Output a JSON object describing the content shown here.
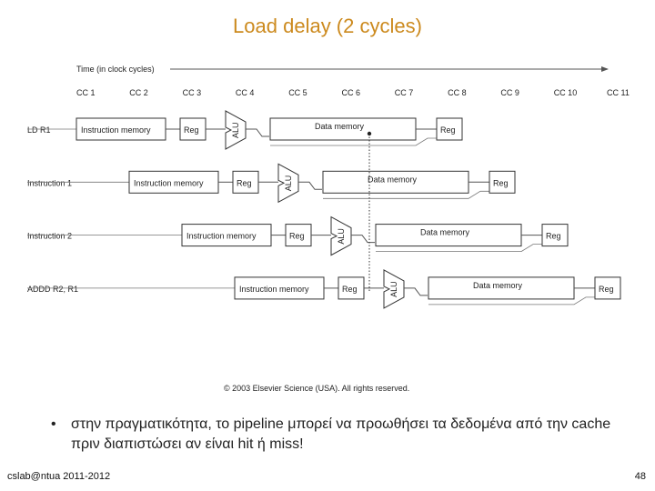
{
  "title": "Load delay (2 cycles)",
  "diagram": {
    "time_label": "Time (in clock cycles)",
    "cycles": [
      "CC 1",
      "CC 2",
      "CC 3",
      "CC 4",
      "CC 5",
      "CC 6",
      "CC 7",
      "CC 8",
      "CC 9",
      "CC 10",
      "CC 11"
    ],
    "rows": [
      {
        "label": "LD R1"
      },
      {
        "label": "Instruction 1"
      },
      {
        "label": "Instruction 2"
      },
      {
        "label": "ADDD R2, R1"
      }
    ],
    "stage_labels": {
      "im": "Instruction memory",
      "reg": "Reg",
      "alu": "ALU",
      "dm": "Data memory",
      "wb": "Reg"
    },
    "copyright": "© 2003 Elsevier Science (USA). All rights reserved."
  },
  "bullet": {
    "marker": "•",
    "text": "στην πραγματικότητα, το pipeline μπορεί να προωθήσει τα δεδομένα από την cache πριν διαπιστώσει αν είναι hit ή miss!"
  },
  "footer": {
    "left": "cslab@ntua 2011-2012",
    "page": "48"
  }
}
